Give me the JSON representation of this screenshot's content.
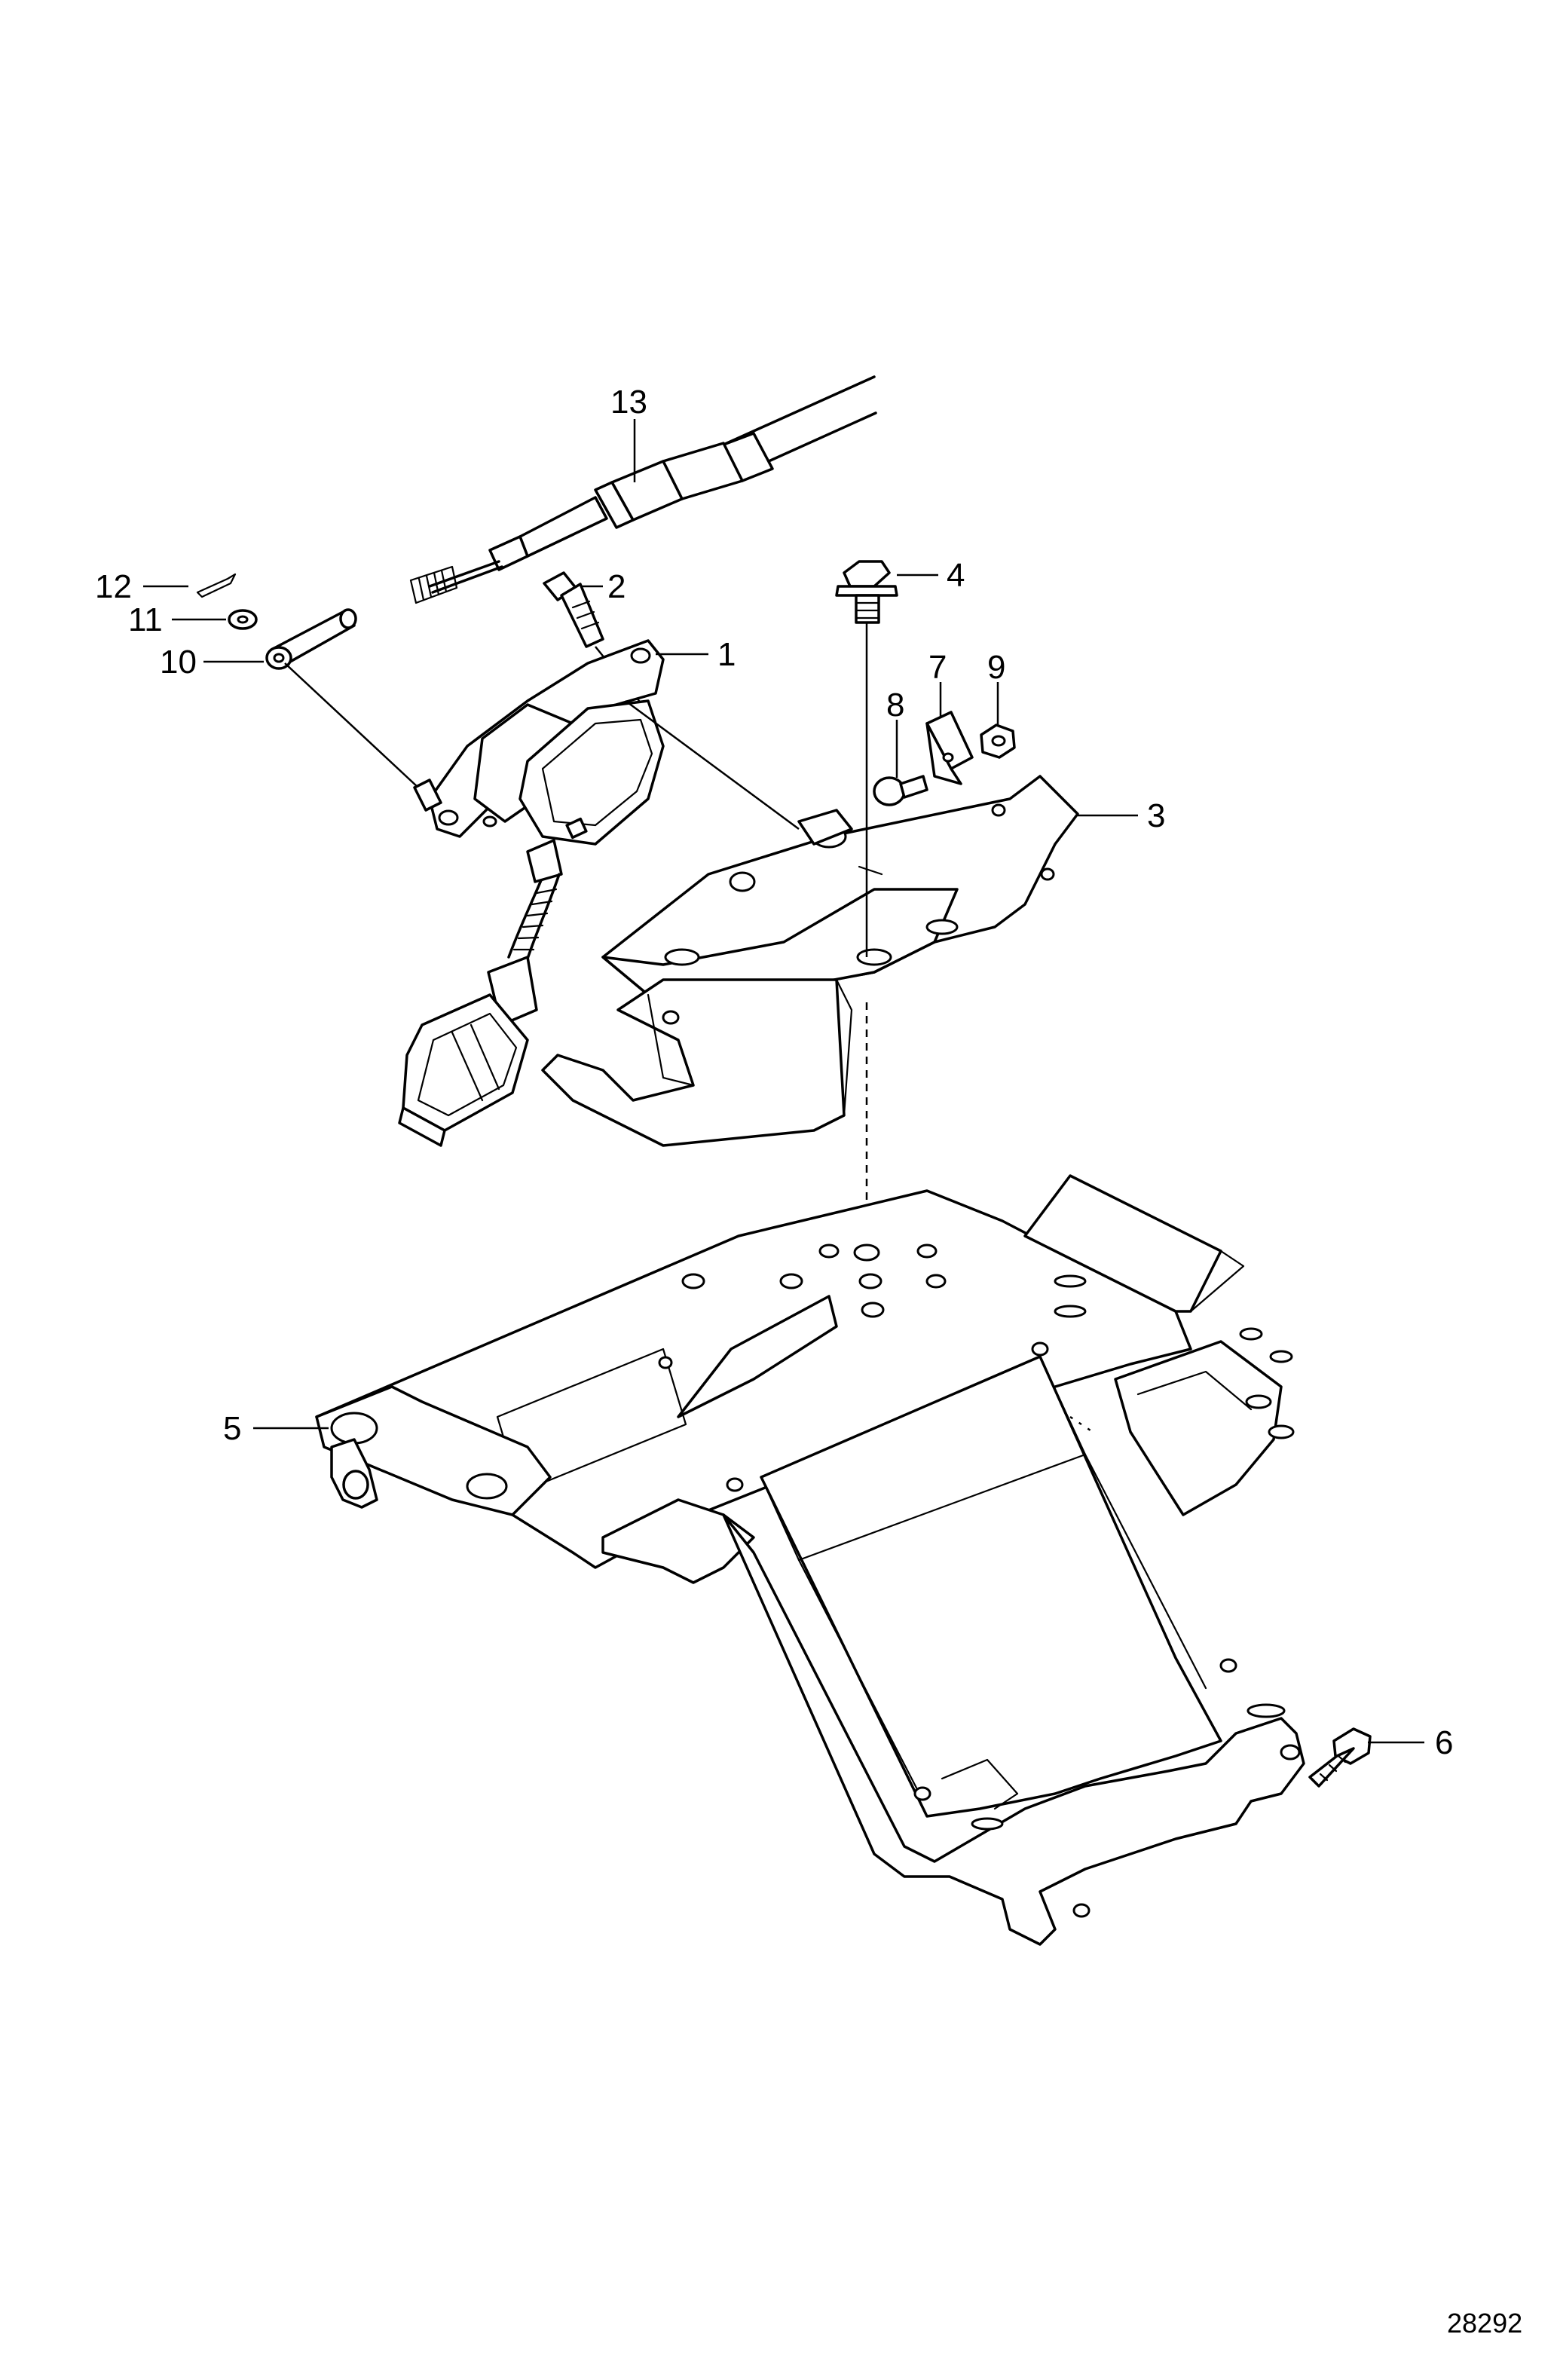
{
  "figure_number": "28292",
  "callouts": [
    {
      "id": "1",
      "label": "1"
    },
    {
      "id": "2",
      "label": "2"
    },
    {
      "id": "3",
      "label": "3"
    },
    {
      "id": "4",
      "label": "4"
    },
    {
      "id": "5",
      "label": "5"
    },
    {
      "id": "6",
      "label": "6"
    },
    {
      "id": "7",
      "label": "7"
    },
    {
      "id": "8",
      "label": "8"
    },
    {
      "id": "9",
      "label": "9"
    },
    {
      "id": "10",
      "label": "10"
    },
    {
      "id": "11",
      "label": "11"
    },
    {
      "id": "12",
      "label": "12"
    },
    {
      "id": "13",
      "label": "13"
    }
  ]
}
